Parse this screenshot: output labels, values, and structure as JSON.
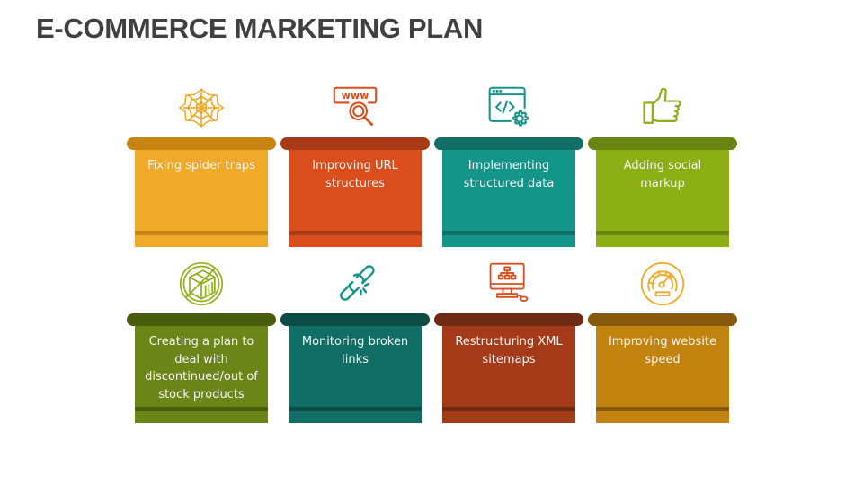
{
  "title": "E-COMMERCE MARKETING PLAN",
  "cards": [
    {
      "label": "Fixing spider traps",
      "icon": "spider-web-icon",
      "body": "#EFA92B",
      "dark": "#C88412",
      "iconColor": "#EFA92B"
    },
    {
      "label": "Improving URL structures",
      "icon": "www-search-icon",
      "body": "#DA4E1D",
      "dark": "#A93A17",
      "iconColor": "#DA4E1D"
    },
    {
      "label": "Implementing structured data",
      "icon": "code-settings-icon",
      "body": "#14958A",
      "dark": "#116E66",
      "iconColor": "#14958A"
    },
    {
      "label": "Adding social markup",
      "icon": "thumbs-up-icon",
      "body": "#8BAF15",
      "dark": "#6A8412",
      "iconColor": "#8BAF15"
    },
    {
      "label": "Creating a plan to deal with discontinued/out of stock products",
      "icon": "discontinued-box-icon",
      "body": "#6B8518",
      "dark": "#4A5C0D",
      "iconColor": "#8BAF15"
    },
    {
      "label": "Monitoring broken links",
      "icon": "broken-link-icon",
      "body": "#116E66",
      "dark": "#0D4C45",
      "iconColor": "#14958A"
    },
    {
      "label": "Restructuring XML sitemaps",
      "icon": "sitemap-monitor-icon",
      "body": "#A43A17",
      "dark": "#6E2A12",
      "iconColor": "#DA4E1D"
    },
    {
      "label": "Improving website speed",
      "icon": "speedometer-icon",
      "body": "#C2840F",
      "dark": "#86590C",
      "iconColor": "#EFA92B"
    }
  ]
}
